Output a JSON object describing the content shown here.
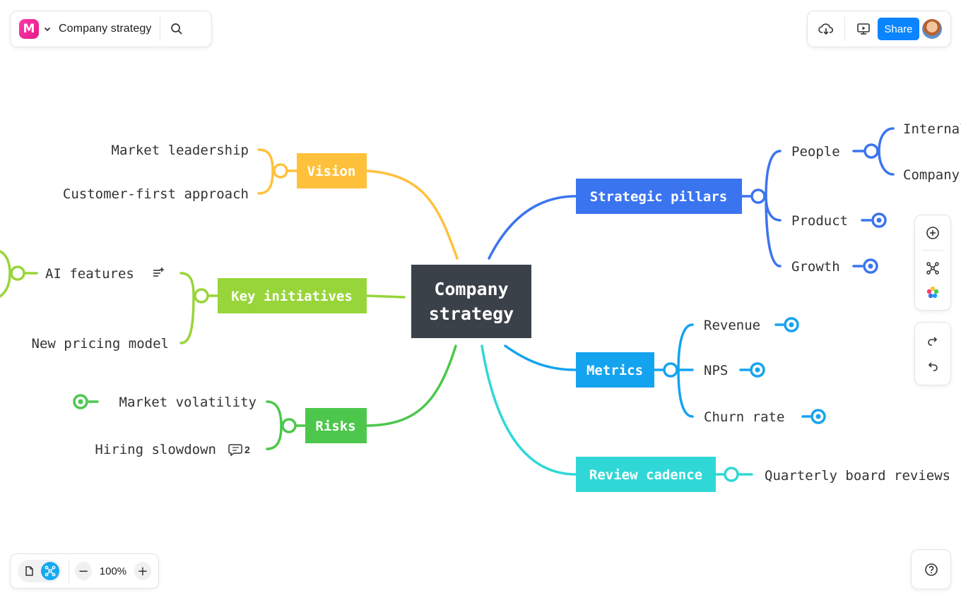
{
  "header": {
    "logo_letter": "M",
    "title": "Company strategy",
    "share_label": "Share"
  },
  "zoom": {
    "value": "100%",
    "minus": "−",
    "plus": "+"
  },
  "mindmap": {
    "central": {
      "line1": "Company",
      "line2": "strategy",
      "color": "#3b4149"
    },
    "branches": {
      "vision": {
        "label": "Vision",
        "color": "#ffc13b",
        "children": [
          "Market leadership",
          "Customer-first approach"
        ]
      },
      "key_initiatives": {
        "label": "Key initiatives",
        "color": "#98d53a",
        "children": [
          "AI features",
          "New pricing model"
        ]
      },
      "risks": {
        "label": "Risks",
        "color": "#4cc74c",
        "children": [
          "Market volatility",
          "Hiring slowdown"
        ],
        "comment_count": "2"
      },
      "strategic_pillars": {
        "label": "Strategic pillars",
        "color": "#3b74ef",
        "children": [
          "People",
          "Product",
          "Growth"
        ],
        "people_children": [
          "Internal",
          "Company"
        ]
      },
      "metrics": {
        "label": "Metrics",
        "color": "#14a3ef",
        "children": [
          "Revenue",
          "NPS",
          "Churn rate"
        ]
      },
      "review_cadence": {
        "label": "Review cadence",
        "color": "#2fd8d6",
        "children": [
          "Quarterly board reviews"
        ]
      }
    }
  }
}
